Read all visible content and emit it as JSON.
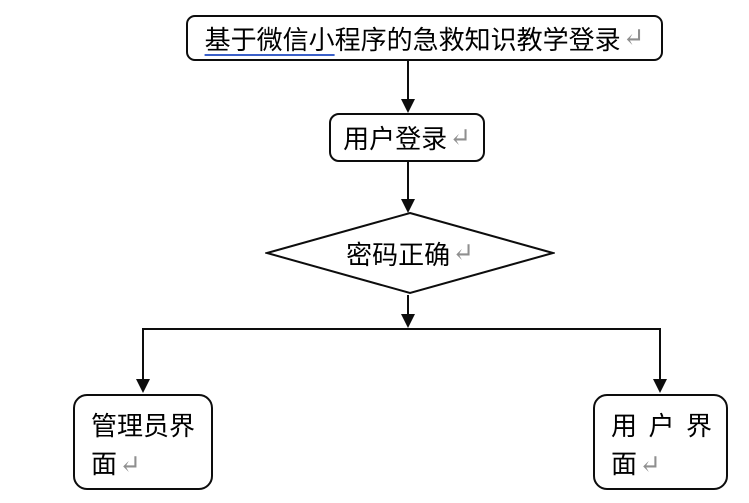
{
  "canvas": {
    "background_color": "#ffffff",
    "line_color": "#0d0d0d",
    "return_mark_color": "#8f8f8f",
    "underline_color": "#3a5fc8"
  },
  "flowchart": {
    "title_box": {
      "underlined_text": "基于微信小",
      "text": "程序的急救知识教学登录",
      "return_mark": "↵"
    },
    "login_box": {
      "text": "用户登录",
      "return_mark": "↵"
    },
    "decision_diamond": {
      "text": "密码正确",
      "return_mark": "↵"
    },
    "admin_box": {
      "line1": "管理员界",
      "line2": "面",
      "return_mark": "↵"
    },
    "user_box": {
      "line1": "用户界",
      "line2": "面",
      "return_mark": "↵"
    }
  }
}
